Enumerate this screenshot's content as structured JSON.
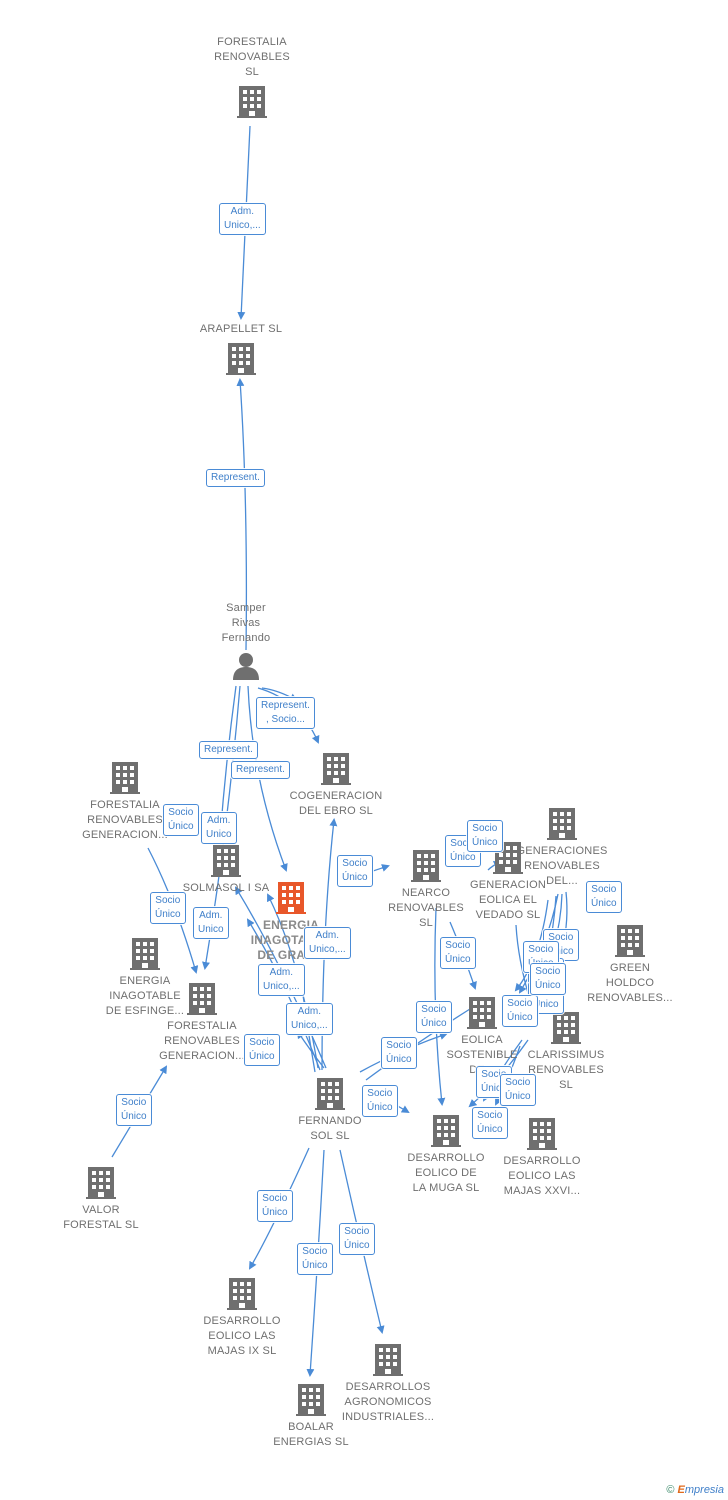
{
  "nodes": [
    {
      "id": "forestalia_renovables",
      "kind": "company",
      "label": [
        "FORESTALIA",
        "RENOVABLES",
        "SL"
      ]
    },
    {
      "id": "arapellet",
      "kind": "company",
      "label": [
        "ARAPELLET  SL"
      ]
    },
    {
      "id": "samper",
      "kind": "person",
      "label": [
        "Samper",
        "Rivas",
        "Fernando"
      ]
    },
    {
      "id": "cogeneracion_ebro",
      "kind": "company",
      "label": [
        "COGENERACION",
        "DEL EBRO  SL"
      ]
    },
    {
      "id": "forestalia_gen1",
      "kind": "company",
      "label": [
        "FORESTALIA",
        "RENOVABLES",
        "GENERACION..."
      ]
    },
    {
      "id": "solmasol",
      "kind": "company",
      "label": [
        "SOLMASOL I SA"
      ]
    },
    {
      "id": "energia_gran",
      "kind": "company",
      "main": true,
      "label": [
        "ENERGIA",
        "INAGOTABLE",
        "DE GRAN..."
      ]
    },
    {
      "id": "energia_esfinge",
      "kind": "company",
      "label": [
        "ENERGIA",
        "INAGOTABLE",
        "DE ESFINGE..."
      ]
    },
    {
      "id": "forestalia_gen2",
      "kind": "company",
      "label": [
        "FORESTALIA",
        "RENOVABLES",
        "GENERACION..."
      ]
    },
    {
      "id": "fernando_sol",
      "kind": "company",
      "label": [
        "FERNANDO",
        "SOL SL"
      ]
    },
    {
      "id": "valor_forestal",
      "kind": "company",
      "label": [
        "VALOR",
        "FORESTAL SL"
      ]
    },
    {
      "id": "nearco",
      "kind": "company",
      "label": [
        "NEARCO",
        "RENOVABLES",
        "SL"
      ]
    },
    {
      "id": "gen_vedado",
      "kind": "company",
      "label": [
        "GENERACION",
        "EOLICA EL",
        "VEDADO SL"
      ]
    },
    {
      "id": "generaciones_ren",
      "kind": "company",
      "label": [
        "GENERACIONES",
        "RENOVABLES",
        "DEL..."
      ]
    },
    {
      "id": "green_holdco",
      "kind": "company",
      "label": [
        "GREEN",
        "HOLDCO",
        "RENOVABLES..."
      ]
    },
    {
      "id": "eolica_sostenible",
      "kind": "company",
      "label": [
        "EOLICA",
        "SOSTENIBLE",
        "DE..."
      ]
    },
    {
      "id": "clarissimus",
      "kind": "company",
      "label": [
        "CLARISSIMUS",
        "RENOVABLES",
        "SL"
      ]
    },
    {
      "id": "des_muga",
      "kind": "company",
      "label": [
        "DESARROLLO",
        "EOLICO DE",
        "LA MUGA SL"
      ]
    },
    {
      "id": "des_majas_xxvi",
      "kind": "company",
      "label": [
        "DESARROLLO",
        "EOLICO LAS",
        "MAJAS XXVI..."
      ]
    },
    {
      "id": "des_majas_ix",
      "kind": "company",
      "label": [
        "DESARROLLO",
        "EOLICO LAS",
        "MAJAS IX  SL"
      ]
    },
    {
      "id": "desarrollos_agro",
      "kind": "company",
      "label": [
        "DESARROLLOS",
        "AGRONOMICOS",
        "INDUSTRIALES..."
      ]
    },
    {
      "id": "boalar",
      "kind": "company",
      "label": [
        "BOALAR",
        "ENERGIAS  SL"
      ]
    }
  ],
  "edge_labels": [
    {
      "id": "e1",
      "lines": [
        "Adm.",
        "Unico,..."
      ]
    },
    {
      "id": "e2",
      "lines": [
        "Represent."
      ]
    },
    {
      "id": "e3",
      "lines": [
        "Represent.",
        ", Socio..."
      ]
    },
    {
      "id": "e4",
      "lines": [
        "Represent."
      ]
    },
    {
      "id": "e5",
      "lines": [
        "Represent."
      ]
    },
    {
      "id": "e6",
      "lines": [
        "Socio",
        "Único"
      ]
    },
    {
      "id": "e7",
      "lines": [
        "Adm.",
        "Unico"
      ]
    },
    {
      "id": "e8",
      "lines": [
        "Socio",
        "Único"
      ]
    },
    {
      "id": "e9",
      "lines": [
        "Socio",
        "Único"
      ]
    },
    {
      "id": "e10",
      "lines": [
        "Adm.",
        "Unico,..."
      ]
    },
    {
      "id": "e11",
      "lines": [
        "Adm.",
        "Unico"
      ]
    },
    {
      "id": "e12",
      "lines": [
        "Adm.",
        "Unico,..."
      ]
    },
    {
      "id": "e13",
      "lines": [
        "Adm.",
        "Unico,..."
      ]
    },
    {
      "id": "e14",
      "lines": [
        "Socio",
        "Único"
      ]
    },
    {
      "id": "e15",
      "lines": [
        "Socio",
        "Único"
      ]
    },
    {
      "id": "e16",
      "lines": [
        "Socio",
        "Único"
      ]
    },
    {
      "id": "e17",
      "lines": [
        "Socio",
        "Único"
      ]
    },
    {
      "id": "e18",
      "lines": [
        "Socio",
        "Único"
      ]
    },
    {
      "id": "e19",
      "lines": [
        "Socio",
        "Único"
      ]
    },
    {
      "id": "e20",
      "lines": [
        "Socio",
        "Único"
      ]
    },
    {
      "id": "e21",
      "lines": [
        "Socio",
        "Único"
      ]
    },
    {
      "id": "e22",
      "lines": [
        "Socio",
        "Único"
      ]
    },
    {
      "id": "e23",
      "lines": [
        "Socio",
        "Único"
      ]
    },
    {
      "id": "e24",
      "lines": [
        "Socio",
        "Único"
      ]
    },
    {
      "id": "e25",
      "lines": [
        "Socio",
        "Único"
      ]
    },
    {
      "id": "e26",
      "lines": [
        "Socio",
        "Único"
      ]
    },
    {
      "id": "e27",
      "lines": [
        "Socio",
        "Único"
      ]
    },
    {
      "id": "e28",
      "lines": [
        "Socio",
        "Único"
      ]
    },
    {
      "id": "e29",
      "lines": [
        "Socio",
        "Único"
      ]
    },
    {
      "id": "e30",
      "lines": [
        "Socio",
        "Único"
      ]
    },
    {
      "id": "e31",
      "lines": [
        "Socio",
        "Único"
      ]
    },
    {
      "id": "e32",
      "lines": [
        "Socio",
        "Único"
      ]
    },
    {
      "id": "e33",
      "lines": [
        "Socio",
        "Único"
      ]
    },
    {
      "id": "e34",
      "lines": [
        "Socio",
        "Único"
      ]
    }
  ],
  "footer": {
    "copyright": "©",
    "brand_first": "E",
    "brand_rest": "mpresia"
  },
  "colors": {
    "edge": "#4a8bd6",
    "node": "#6f6f6f",
    "main_node": "#e8572a",
    "label_text": "#3f7fc9"
  }
}
